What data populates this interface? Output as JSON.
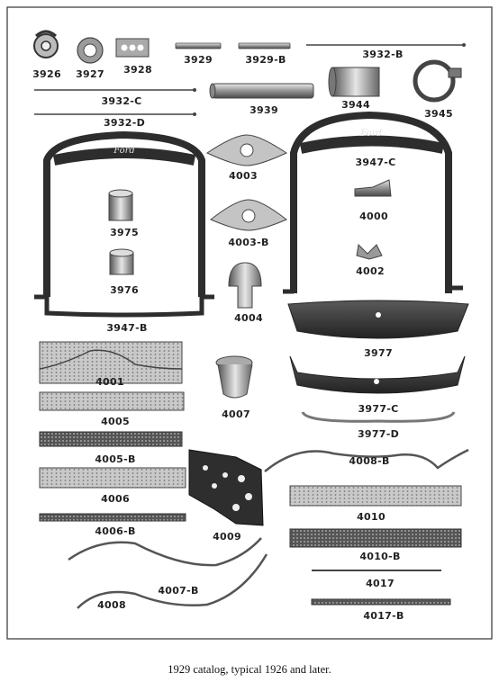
{
  "caption": "1929 catalog, typical 1926 and later.",
  "emblem": "Ford",
  "parts": [
    "3926",
    "3927",
    "3928",
    "3929",
    "3929-B",
    "3932-B",
    "3932-C",
    "3939",
    "3944",
    "3945",
    "3932-D",
    "4003",
    "3947-C",
    "4000",
    "3975",
    "4003-B",
    "4002",
    "3976",
    "4004",
    "3947-B",
    "3977",
    "4001",
    "4007",
    "4005",
    "3977-C",
    "3977-D",
    "4005-B",
    "4008-B",
    "4006",
    "4009",
    "4010",
    "4006-B",
    "4010-B",
    "4017",
    "4007-B",
    "4008",
    "4017-B"
  ],
  "colors": {
    "metal_dark": "#3a3a3a",
    "metal_mid": "#8a8a8a",
    "metal_light": "#cfcfcf",
    "frame": "#333333"
  }
}
